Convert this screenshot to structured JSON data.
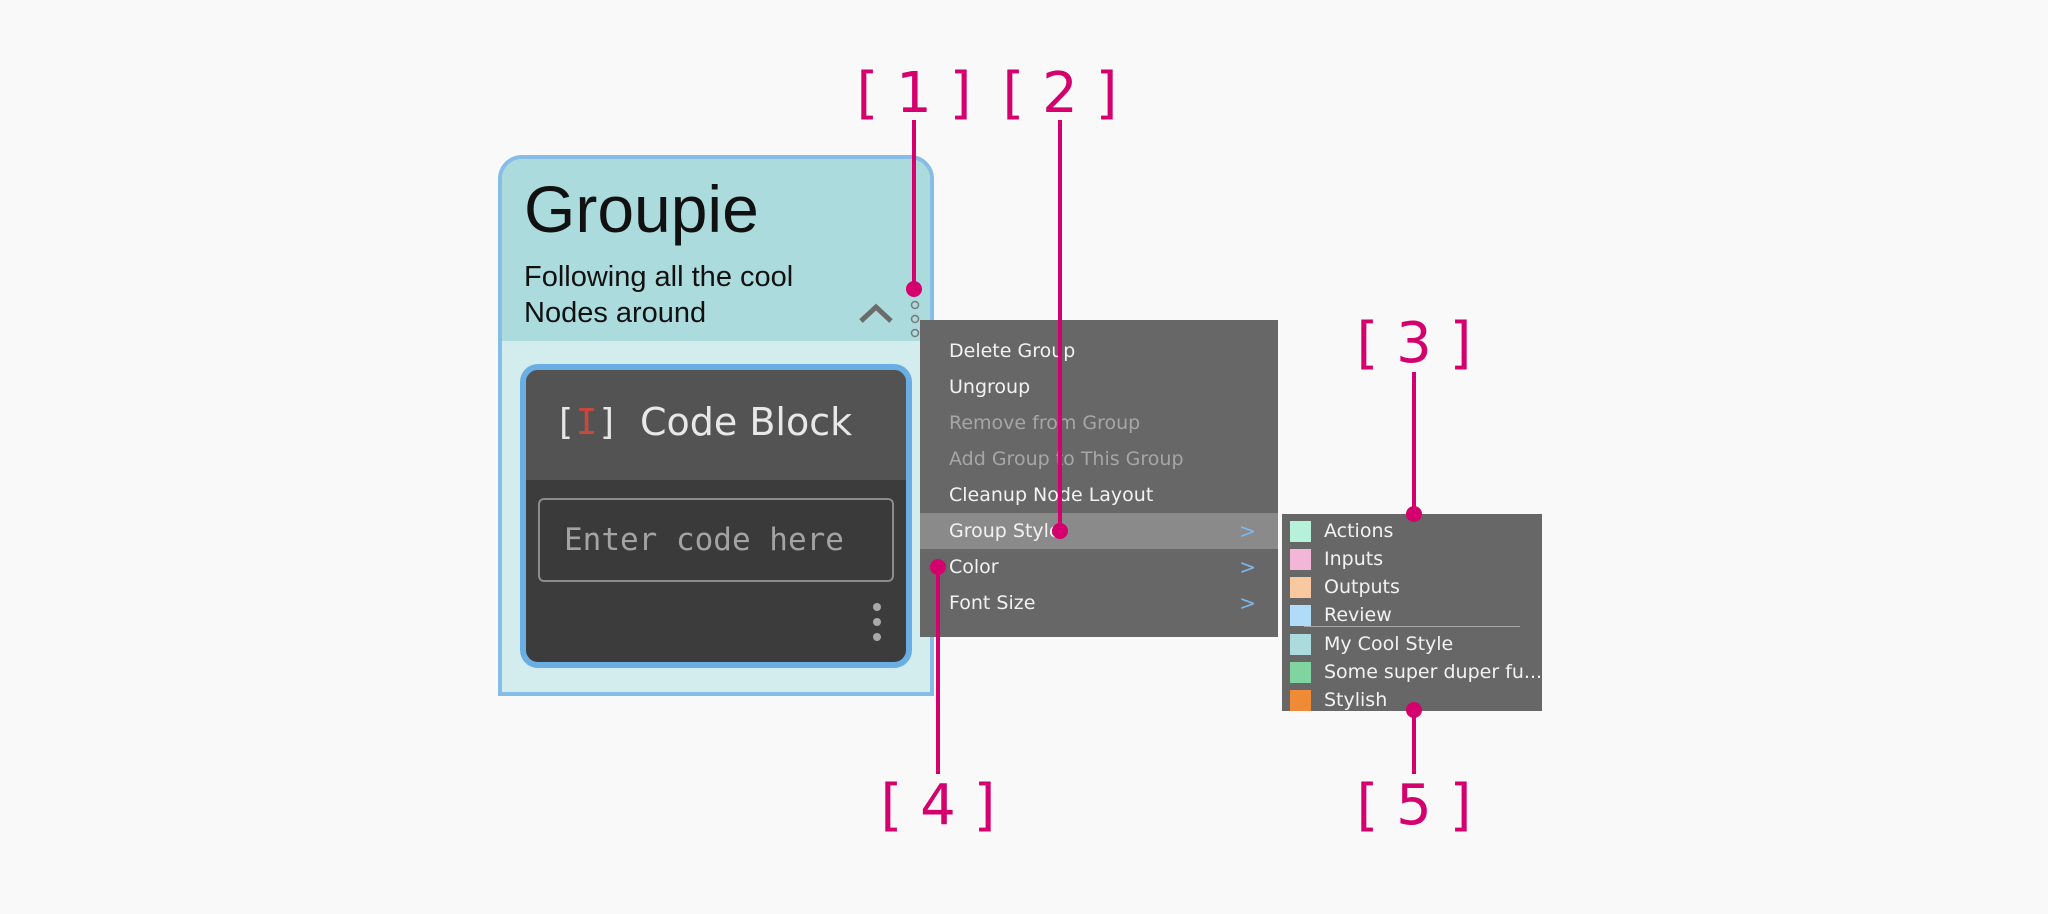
{
  "callouts": {
    "c1": "[ 1 ]",
    "c2": "[ 2 ]",
    "c3": "[ 3 ]",
    "c4": "[ 4 ]",
    "c5": "[ 5 ]"
  },
  "colors": {
    "callout": "#d4006e",
    "group_header": "#acdbdd",
    "group_body": "#d3eced",
    "group_border": "#85bde6",
    "menu_bg": "#676767",
    "menu_highlight": "#8a8a8a",
    "submenu_chevron": "#7fb7ea"
  },
  "group": {
    "title": "Groupie",
    "description": "Following all the cool Nodes around",
    "icons": [
      "chevron-up-icon",
      "vertical-dots-icon"
    ]
  },
  "code_block": {
    "icon": "[I]",
    "title": "Code Block",
    "placeholder": "Enter code here"
  },
  "context_menu": {
    "items": [
      {
        "label": "Delete Group",
        "enabled": true
      },
      {
        "label": "Ungroup",
        "enabled": true
      },
      {
        "label": "Remove from Group",
        "enabled": false
      },
      {
        "label": "Add Group to This Group",
        "enabled": false
      },
      {
        "label": "Cleanup Node Layout",
        "enabled": true
      },
      {
        "label": "Group Style",
        "enabled": true,
        "submenu": true,
        "highlighted": true
      },
      {
        "label": "Color",
        "enabled": true,
        "submenu": true
      },
      {
        "label": "Font Size",
        "enabled": true,
        "submenu": true
      }
    ],
    "chevron": ">"
  },
  "group_style_submenu": {
    "items": [
      {
        "label": "Actions",
        "color": "#b8f1da"
      },
      {
        "label": "Inputs",
        "color": "#f3b6d8"
      },
      {
        "label": "Outputs",
        "color": "#f8c9a1"
      },
      {
        "label": "Review",
        "color": "#b0dcf9"
      },
      {
        "label": "My Cool Style",
        "color": "#acdbdd"
      },
      {
        "label": "Some super duper fu...",
        "color": "#7fd4a0"
      },
      {
        "label": "Stylish",
        "color": "#ef8a36"
      }
    ]
  }
}
